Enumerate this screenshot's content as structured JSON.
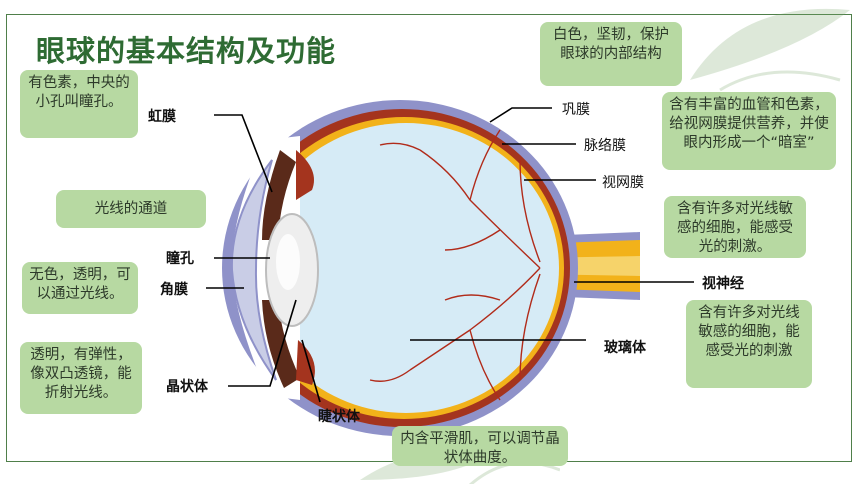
{
  "title": "眼球的基本结构及功能",
  "labels": {
    "iris": "虹膜",
    "pupil": "瞳孔",
    "cornea": "角膜",
    "lens": "晶状体",
    "ciliary": "睫状体",
    "sclera": "巩膜",
    "choroid": "脉络膜",
    "retina": "视网膜",
    "optic_nerve": "视神经",
    "vitreous": "玻璃体"
  },
  "callouts": {
    "iris": "有色素，中央的小孔叫瞳孔。",
    "pupil": "光线的通道",
    "cornea": "无色，透明，可以通过光线。",
    "lens": "透明，有弹性，像双凸透镜，能折射光线。",
    "sclera": "白色，坚韧，保护眼球的内部结构",
    "choroid": "含有丰富的血管和色素，给视网膜提供营养，并使眼内形成一个“暗室”",
    "retina": "含有许多对光线敏感的细胞，能感受光的刺激。",
    "optic_nerve": "含有许多对光线敏感的细胞，能感受光的刺激",
    "ciliary": "内含平滑肌，可以调节晶状体曲度。"
  },
  "colors": {
    "title": "#2e6b33",
    "callout_bg": "#b7d9a2",
    "sclera": "#8f92c9",
    "choroid": "#a4341e",
    "retina": "#f2b21a",
    "vitreous": "#d6ebf6"
  }
}
